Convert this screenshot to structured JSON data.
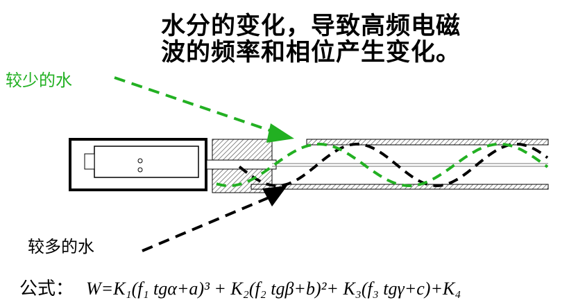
{
  "title_lines": [
    "水分的变化，导致高频电磁",
    "波的频率和相位产生变化。"
  ],
  "labels": {
    "less_water": "较少的水",
    "more_water": "较多的水"
  },
  "formula": {
    "prefix": "公式：",
    "expression": "W=K₁(f₁ tgα+a)³ + K₂(f₂ tgβ+b)²+ K₃(f₃ tgγ+c)+K₄"
  },
  "colors": {
    "less_water": "#22b022",
    "more_water": "#000000"
  }
}
